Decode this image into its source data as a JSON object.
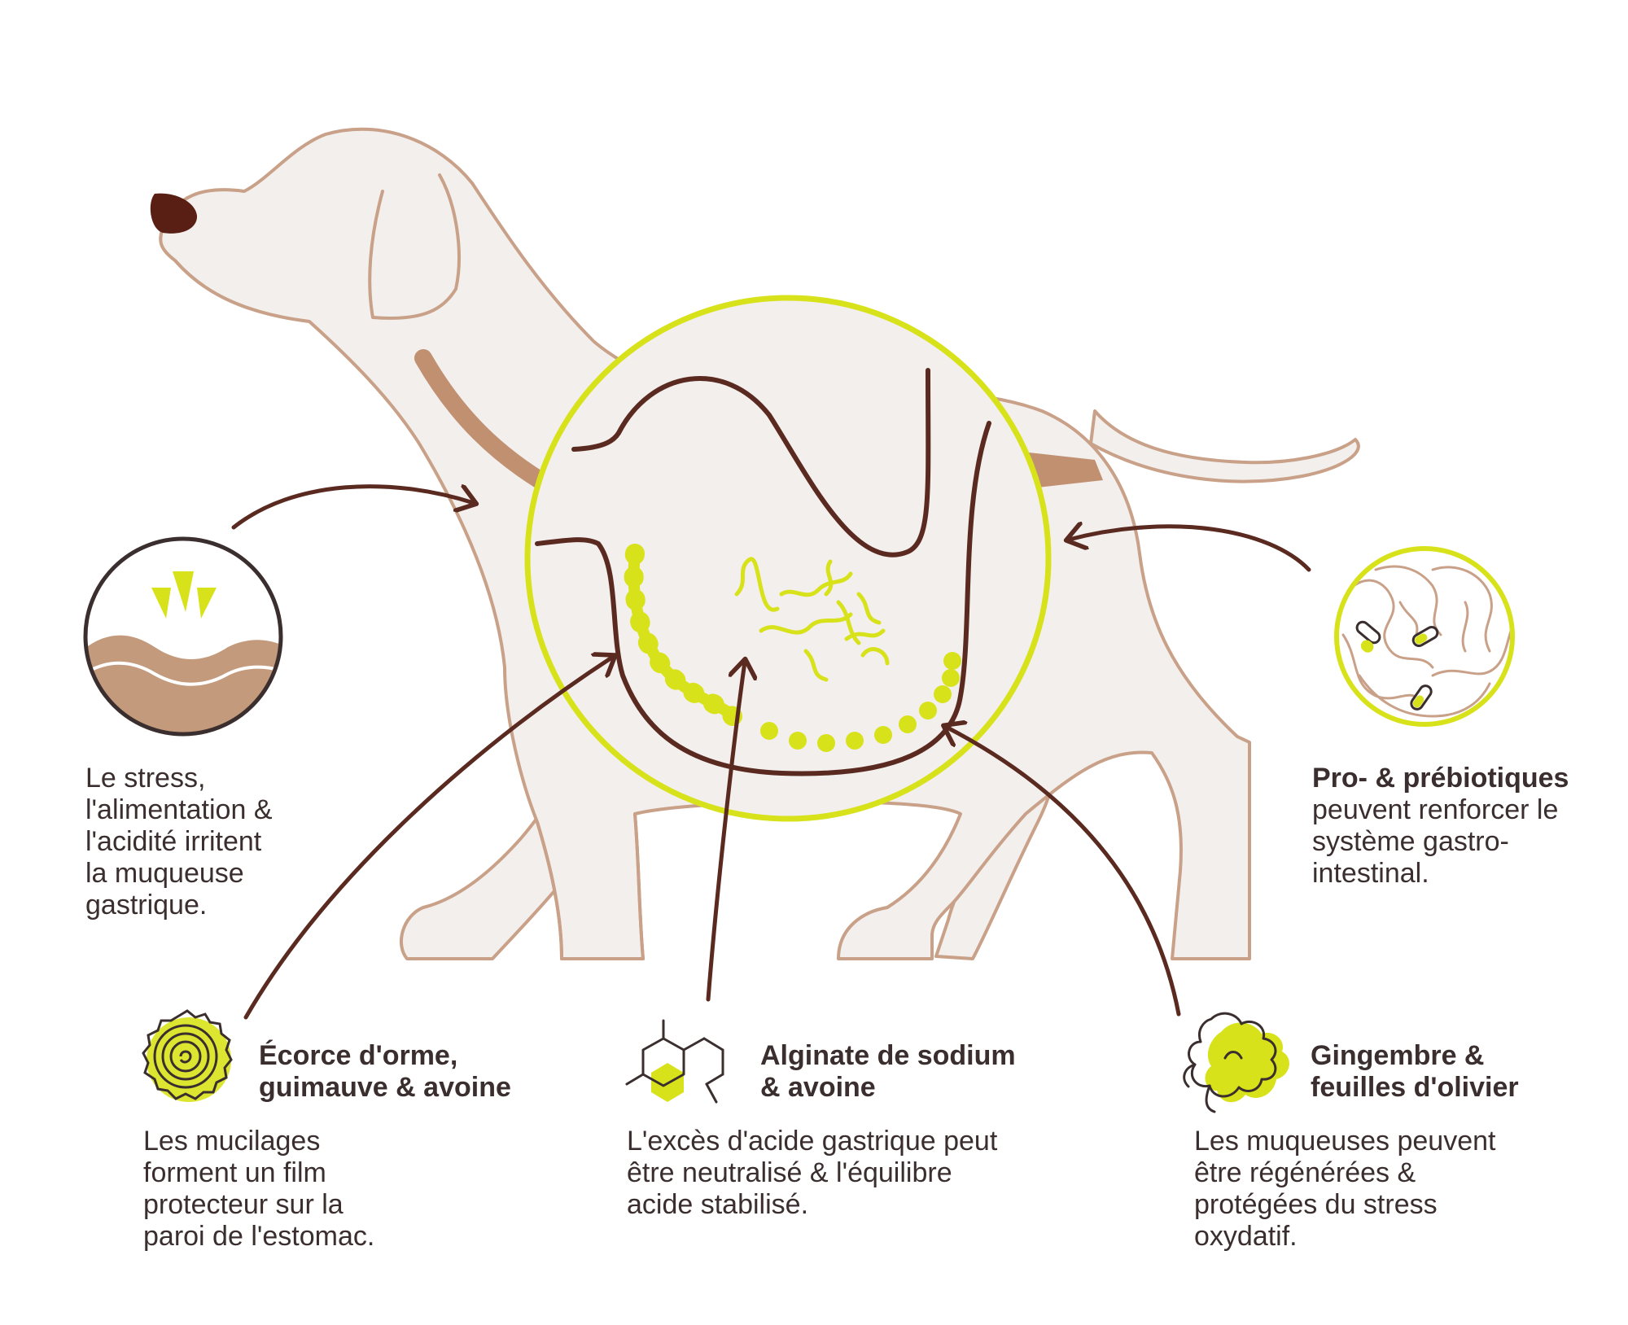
{
  "colors": {
    "body_fill": "#f2efed",
    "body_outline": "#c9a088",
    "collar": "#c09070",
    "nose": "#5a1f14",
    "arrow": "#5a2a20",
    "accent": "#d8e21a",
    "mucosa": "#c39a7c",
    "text": "#3a2e2e"
  },
  "icons": {
    "stress": "stomach-lining-irritation-icon",
    "probiotics": "intestine-bacteria-icon",
    "bark": "tree-rings-icon",
    "molecule": "molecule-icon",
    "ginger": "ginger-root-icon"
  },
  "stress_text": [
    "Le stress,",
    "l'alimentation &",
    "l'acidité irritent",
    "la muqueuse",
    "gastrique."
  ],
  "probiotics": {
    "title": "Pro- & prébiotiques",
    "text": [
      "peuvent renforcer le",
      "système gastro-",
      "intestinal."
    ]
  },
  "bark": {
    "title": [
      "Écorce d'orme,",
      "guimauve & avoine"
    ],
    "text": [
      "Les mucilages",
      "forment un film",
      "protecteur sur la",
      "paroi de l'estomac."
    ]
  },
  "alginate": {
    "title": [
      "Alginate de sodium",
      "& avoine"
    ],
    "text": [
      "L'excès d'acide gastrique peut",
      "être neutralisé & l'équilibre",
      "acide stabilisé."
    ]
  },
  "ginger": {
    "title": [
      "Gingembre &",
      "feuilles d'olivier"
    ],
    "text": [
      "Les muqueuses peuvent",
      "être régénérées &",
      "protégées du stress",
      "oxydatif."
    ]
  }
}
